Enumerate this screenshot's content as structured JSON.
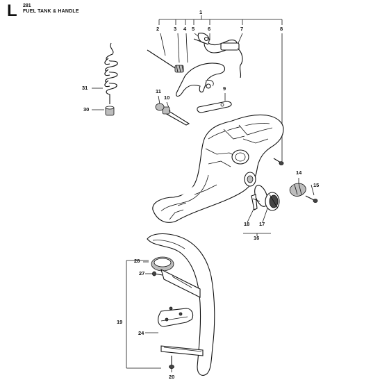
{
  "header": {
    "section_letter": "L",
    "model": "281",
    "title": "FUEL TANK & HANDLE"
  },
  "callouts": [
    "1",
    "2",
    "3",
    "4",
    "5",
    "6",
    "7",
    "8",
    "9",
    "10",
    "11",
    "14",
    "15",
    "16",
    "17",
    "18",
    "19",
    "20",
    "24",
    "27",
    "28",
    "30",
    "31"
  ],
  "colors": {
    "ink": "#111111",
    "shade": "#bdbdbd",
    "paper": "#ffffff"
  }
}
